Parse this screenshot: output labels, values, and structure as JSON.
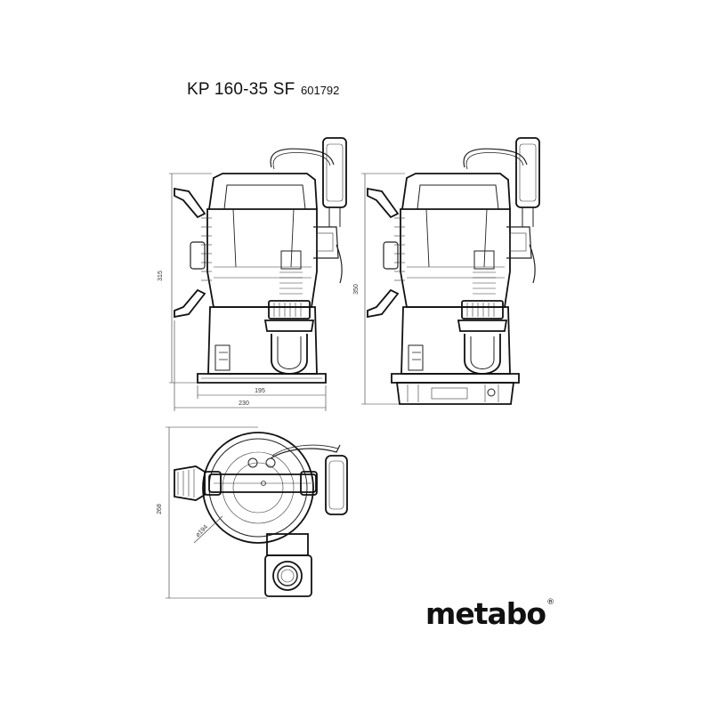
{
  "header": {
    "model": "KP 160-35 SF",
    "article_number": "601792"
  },
  "dimensions": {
    "height_left": "315",
    "height_right": "350",
    "width_inner": "195",
    "width_outer": "230",
    "top_view_depth": "268",
    "diameter": "⌀194"
  },
  "brand": {
    "name": "metabo",
    "trademark": "®"
  }
}
